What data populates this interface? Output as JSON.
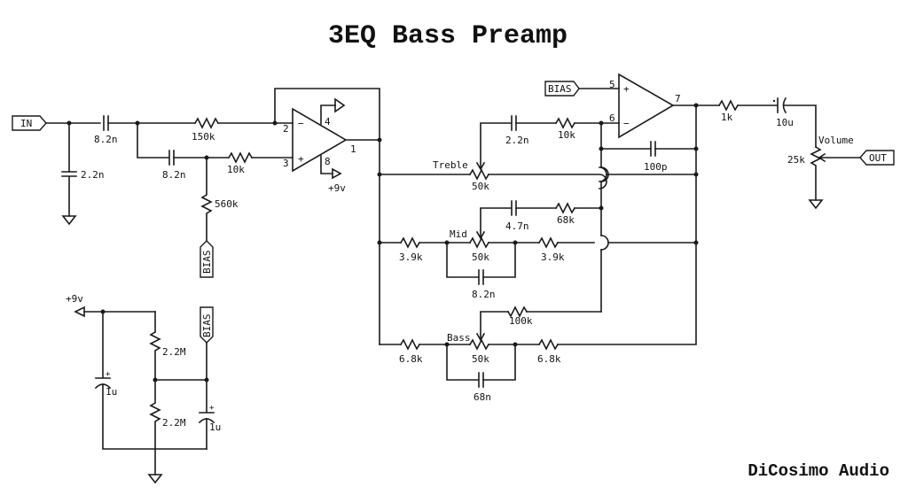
{
  "title": "3EQ Bass Preamp",
  "credit": "DiCosimo Audio",
  "ports": {
    "input": "IN",
    "output": "OUT",
    "bias": "BIAS",
    "supply": "+9v"
  },
  "input_stage": {
    "c_input_shunt": "2.2n",
    "c_series_1": "8.2n",
    "c_series_2": "8.2n",
    "r_feedback": "150k",
    "r_plus": "10k",
    "r_bias": "560k",
    "opamp_pins": {
      "inv": "2",
      "noninv": "3",
      "out": "1",
      "vminus": "4",
      "vplus": "8"
    },
    "opamp_signs": {
      "minus": "−",
      "plus": "+"
    }
  },
  "tone_stack": {
    "treble": {
      "label": "Treble",
      "pot": "50k",
      "cap": "2.2n",
      "res": "10k"
    },
    "mid": {
      "label": "Mid",
      "pot": "50k",
      "cap": "4.7n",
      "res": "68k",
      "r_left": "3.9k",
      "r_right": "3.9k",
      "c_parallel": "8.2n"
    },
    "bass": {
      "label": "Bass",
      "pot": "50k",
      "res": "100k",
      "r_left": "6.8k",
      "r_right": "6.8k",
      "c_parallel": "68n"
    },
    "c_feedback": "100p",
    "opamp_pins": {
      "noninv": "5",
      "inv": "6",
      "out": "7"
    }
  },
  "output_stage": {
    "r_series": "1k",
    "c_coupling": "10u",
    "pot_label": "Volume",
    "pot_value": "25k"
  },
  "bias_supply": {
    "r_top": "2.2M",
    "r_bottom": "2.2M",
    "c_supply": "1u",
    "c_bias": "1u"
  }
}
